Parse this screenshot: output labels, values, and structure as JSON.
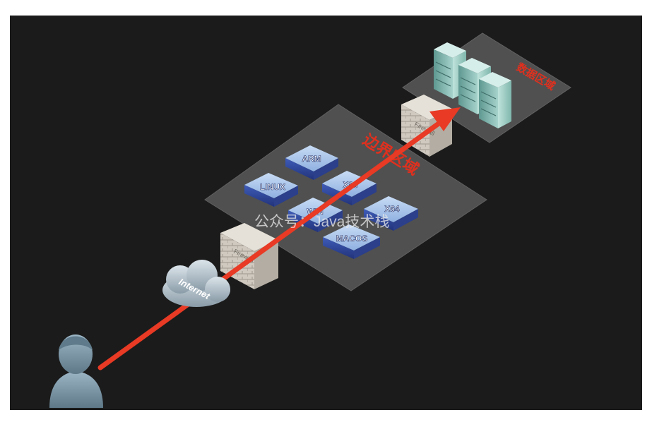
{
  "diagram": {
    "zones": {
      "core_label": "数据区域",
      "boundary_label": "边界区域"
    },
    "firewalls": {
      "outer_label": "Firewall",
      "inner_label": "Firewall"
    },
    "internet_label": "Internet",
    "servers": {
      "arm": "ARM",
      "linux": "LINUX",
      "x86": "X86",
      "win": "WIN",
      "x64": "X64",
      "macos": "MACOS"
    },
    "watermark": "公众号：Java技术栈"
  },
  "colors": {
    "background": "#1b1b1b",
    "arrow": "#e83a24",
    "zone_fill": "#5a5a5a",
    "server_blue": "#3a58b5",
    "server_teal": "#7fb7ad",
    "firewall": "#c9c4bc",
    "cloud": "#aebdc6",
    "user": "#8aa3b3"
  }
}
